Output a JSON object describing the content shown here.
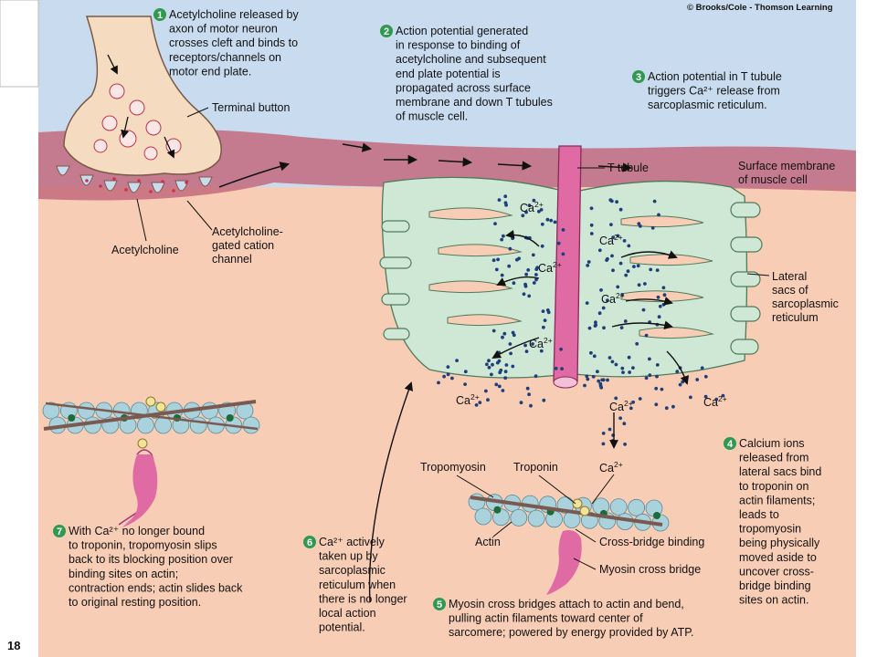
{
  "credit": "© Brooks/Cole - Thomson Learning",
  "page_number": "18",
  "steps": [
    {
      "num": "1",
      "lines": [
        "Acetylcholine released by",
        "axon of motor neuron",
        "crosses cleft and binds to",
        "receptors/channels on",
        "motor end plate."
      ]
    },
    {
      "num": "2",
      "lines": [
        "Action potential generated",
        "in response to binding of",
        "acetylcholine and subsequent",
        "end plate potential is",
        "propagated across surface",
        "membrane and down T tubules",
        "of muscle cell."
      ]
    },
    {
      "num": "3",
      "lines": [
        "Action potential in T tubule",
        "triggers Ca²⁺ release from",
        "sarcoplasmic reticulum."
      ]
    },
    {
      "num": "4",
      "lines": [
        "Calcium ions",
        "released from",
        "lateral sacs bind",
        "to troponin on",
        "actin filaments;",
        "leads to",
        "tropomyosin",
        "being physically",
        "moved aside to",
        "uncover cross-",
        "bridge binding",
        "sites on actin."
      ]
    },
    {
      "num": "5",
      "lines": [
        "Myosin cross bridges attach to actin and bend,",
        "pulling actin filaments toward center of",
        "sarcomere; powered by energy provided by ATP."
      ]
    },
    {
      "num": "6",
      "lines": [
        "Ca²⁺ actively",
        "taken up by",
        "sarcoplasmic",
        "reticulum when",
        "there is no longer",
        "local action",
        "potential."
      ]
    },
    {
      "num": "7",
      "lines": [
        "With Ca²⁺ no longer bound",
        "to troponin, tropomyosin slips",
        "back to its blocking position over",
        "binding sites on actin;",
        "contraction ends; actin slides back",
        "to original resting position."
      ]
    }
  ],
  "labels": {
    "terminal_button": "Terminal button",
    "t_tubule": "T tubule",
    "surface_membrane": [
      "Surface membrane",
      "of muscle cell"
    ],
    "acetylcholine": "Acetylcholine",
    "ach_channel": [
      "Acetylcholine-",
      "gated cation",
      "channel"
    ],
    "lateral_sacs": [
      "Lateral",
      "sacs of",
      "sarcoplasmic",
      "reticulum"
    ],
    "tropomyosin": "Tropomyosin",
    "troponin": "Troponin",
    "actin": "Actin",
    "cross_bridge_binding": "Cross-bridge binding",
    "myosin_cross_bridge": "Myosin cross bridge",
    "ca_symbol": "Ca",
    "ca_charge": "2+"
  },
  "colors": {
    "extracellular": "#c9dcef",
    "cytoplasm": "#f8cdb6",
    "membrane": "#c46a7e",
    "sr": "#cfe8d6",
    "step_badge": "#2f9a4f",
    "actin": "#a9d2dc",
    "troponin": "#f3e39a",
    "myosin": "#e06aa3",
    "calcium_dot": "#1f3f7a"
  }
}
